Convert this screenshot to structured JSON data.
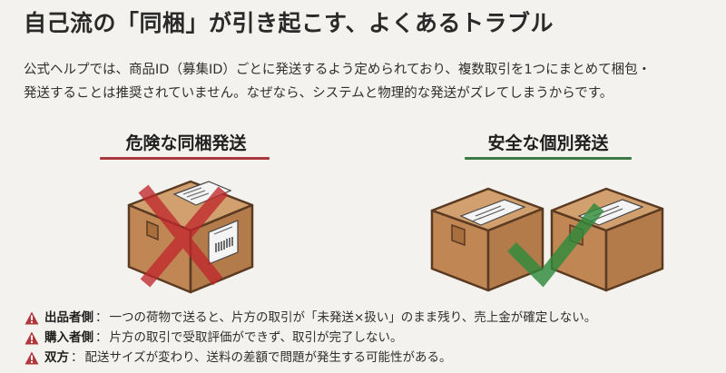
{
  "title": "自己流の「同梱」が引き起こす、よくあるトラブル",
  "intro": {
    "line1": "公式ヘルプでは、商品ID（募集ID）ごとに発送するよう定められており、複数取引を1つにまとめて梱包・",
    "line2": "発送することは推奨されていません。なぜなら、システムと物理的な発送がズレてしまうからです。"
  },
  "columns": {
    "danger": {
      "heading": "危険な同梱発送",
      "underline_color": "#a8383b",
      "icon": "single-box-with-red-x-icon"
    },
    "safe": {
      "heading": "安全な個別発送",
      "underline_color": "#3c7a47",
      "icon": "two-boxes-with-green-check-icon"
    }
  },
  "warnings": [
    {
      "icon": "warning-triangle-icon",
      "label": "出品者側",
      "separator": "：",
      "text": "一つの荷物で送ると、片方の取引が「未発送×扱い」のまま残り、売上金が確定しない。"
    },
    {
      "icon": "warning-triangle-icon",
      "label": "購入者側",
      "separator": "：",
      "text": "片方の取引で受取評価ができず、取引が完了しない。"
    },
    {
      "icon": "warning-triangle-icon",
      "label": "双方",
      "separator": "：",
      "text": "配送サイズが変わり、送料の差額で問題が発生する可能性がある。"
    }
  ],
  "colors": {
    "background": "#f3f2ee",
    "danger": "#a8383b",
    "safe": "#3c7a47",
    "box": "#c8935f",
    "warning_icon": "#b0383a"
  }
}
